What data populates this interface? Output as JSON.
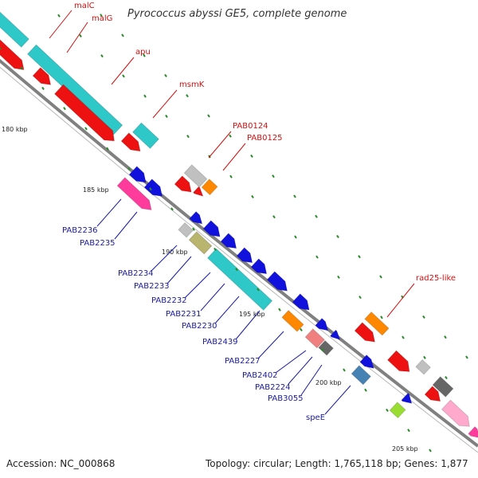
{
  "title": "Pyrococcus abyssi GE5, complete genome",
  "footer": {
    "accession": "Accession: NC_000868",
    "topology": "Topology: circular; Length: 1,765,118 bp; Genes: 1,877"
  },
  "colors": {
    "backbone": "#808080",
    "cyan": "#2ec8c8",
    "red": "#ee1111",
    "blue": "#1111dd",
    "gray": "#c0c0c0",
    "darkgray": "#666666",
    "orange": "#ff8800",
    "pink": "#ff3c9c",
    "lightpink": "#ffaacc",
    "olive": "#b9b46e",
    "salmon": "#f08080",
    "steel": "#4682b4",
    "lime": "#99dd33",
    "tick": "#2a8a2a",
    "redlabel": "#d01010",
    "bluelabel": "#1a1aa0"
  },
  "scale_labels": [
    {
      "text": "180 kbp"
    },
    {
      "text": "185 kbp"
    },
    {
      "text": "190 kbp"
    },
    {
      "text": "195 kbp"
    },
    {
      "text": "200 kbp"
    },
    {
      "text": "205 kbp"
    }
  ],
  "gene_labels_top": [
    {
      "text": "malC"
    },
    {
      "text": "malG"
    },
    {
      "text": "apu"
    },
    {
      "text": "msmK"
    },
    {
      "text": "PAB0124"
    },
    {
      "text": "PAB0125"
    },
    {
      "text": "rad25-like"
    }
  ],
  "gene_labels_bottom": [
    {
      "text": "PAB2236"
    },
    {
      "text": "PAB2235"
    },
    {
      "text": "PAB2234"
    },
    {
      "text": "PAB2233"
    },
    {
      "text": "PAB2232"
    },
    {
      "text": "PAB2231"
    },
    {
      "text": "PAB2230"
    },
    {
      "text": "PAB2439"
    },
    {
      "text": "PAB2227"
    },
    {
      "text": "PAB2402"
    },
    {
      "text": "PAB2224"
    },
    {
      "text": "PAB3055"
    },
    {
      "text": "speE"
    }
  ]
}
